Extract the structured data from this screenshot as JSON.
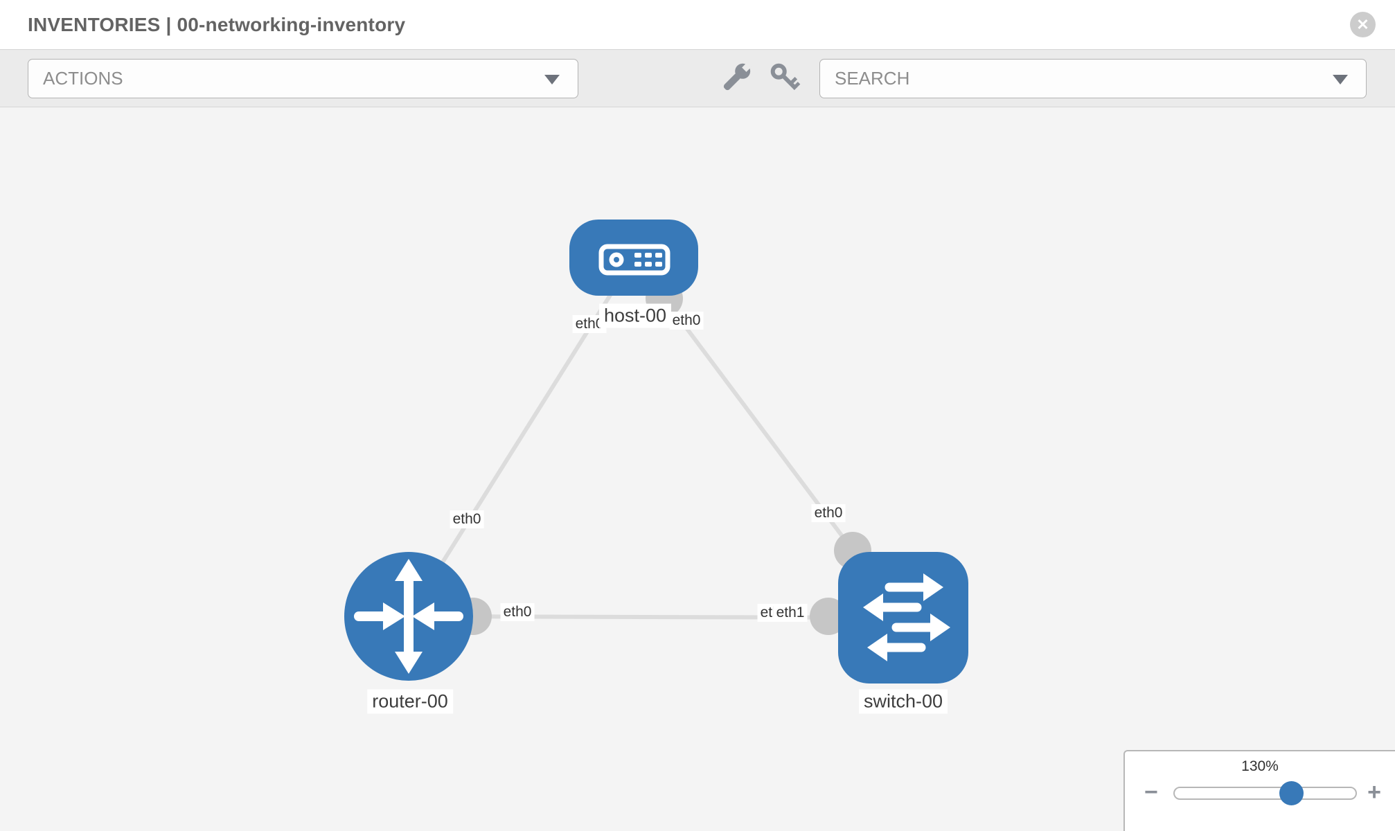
{
  "header": {
    "title": "INVENTORIES | 00-networking-inventory",
    "close_glyph": "✕"
  },
  "toolbar": {
    "actions_label": "ACTIONS",
    "search_label": "SEARCH"
  },
  "topology": {
    "nodes": [
      {
        "id": "host-00",
        "label": "host-00",
        "type": "host"
      },
      {
        "id": "router-00",
        "label": "router-00",
        "type": "router"
      },
      {
        "id": "switch-00",
        "label": "switch-00",
        "type": "switch"
      }
    ],
    "links": [
      {
        "from": "host-00",
        "to": "router-00",
        "from_port": "eth0",
        "to_port": "eth0"
      },
      {
        "from": "host-00",
        "to": "switch-00",
        "from_port": "eth0",
        "to_port": "eth0"
      },
      {
        "from": "router-00",
        "to": "switch-00",
        "from_port": "eth0",
        "to_port": "eth1"
      }
    ],
    "port_labels": [
      {
        "text": "eth0"
      },
      {
        "text": "eth0"
      },
      {
        "text": "eth0"
      },
      {
        "text": "eth0"
      },
      {
        "text": "eth0"
      },
      {
        "text": "eth1"
      },
      {
        "text": "eth1"
      }
    ]
  },
  "zoom_control": {
    "value": "130%",
    "minus_glyph": "−",
    "plus_glyph": "+"
  },
  "colors": {
    "node_blue": "#3879b8",
    "link_gray": "#dcdcdc",
    "port_dot_gray": "#c6c6c6",
    "toolbar_bg": "#ebebeb",
    "canvas_bg": "#f4f4f4"
  }
}
